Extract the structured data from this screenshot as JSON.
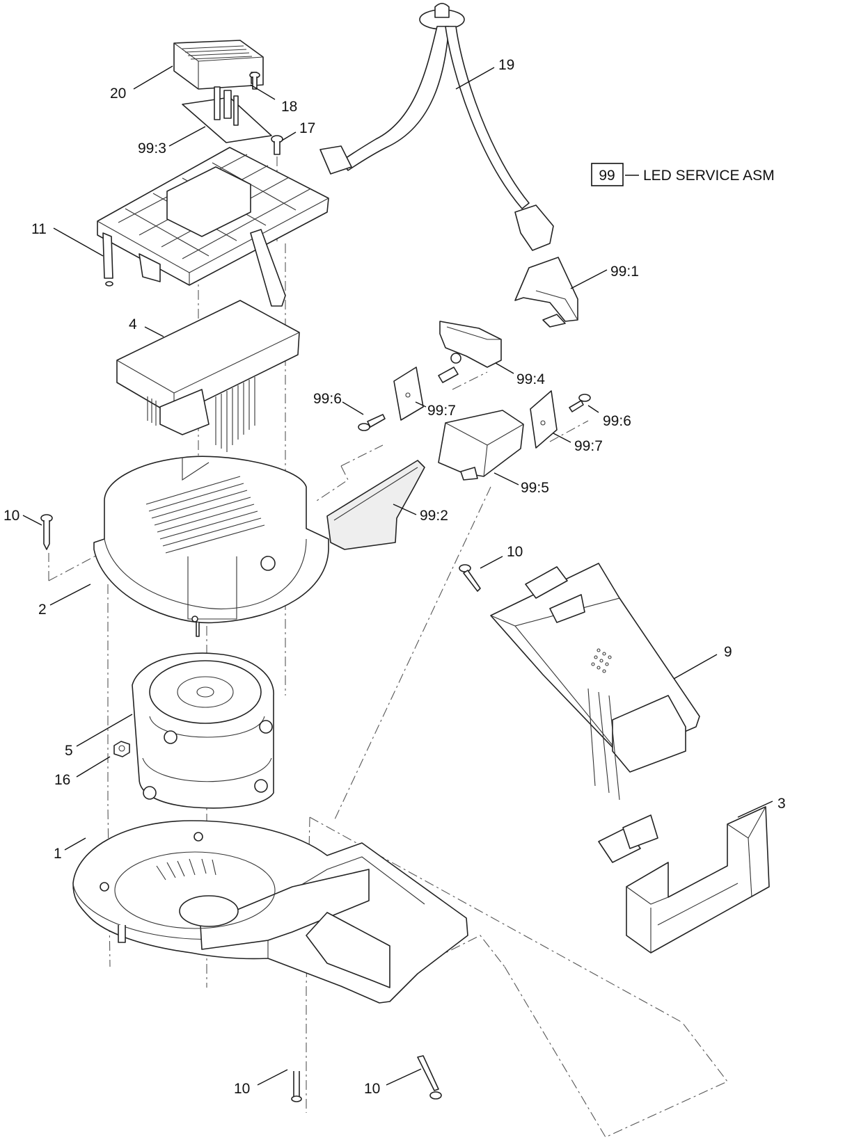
{
  "legend": {
    "code": "99",
    "text": "LED SERVICE ASM"
  },
  "callouts": [
    {
      "id": "c20",
      "text": "20"
    },
    {
      "id": "c18",
      "text": "18"
    },
    {
      "id": "c19",
      "text": "19"
    },
    {
      "id": "c17",
      "text": "17"
    },
    {
      "id": "c993",
      "text": "99:3"
    },
    {
      "id": "c11",
      "text": "11"
    },
    {
      "id": "c4",
      "text": "4"
    },
    {
      "id": "c991",
      "text": "99:1"
    },
    {
      "id": "c994",
      "text": "99:4"
    },
    {
      "id": "c996a",
      "text": "99:6"
    },
    {
      "id": "c997a",
      "text": "99:7"
    },
    {
      "id": "c996b",
      "text": "99:6"
    },
    {
      "id": "c997b",
      "text": "99:7"
    },
    {
      "id": "c995",
      "text": "99:5"
    },
    {
      "id": "c992",
      "text": "99:2"
    },
    {
      "id": "c10a",
      "text": "10"
    },
    {
      "id": "c2",
      "text": "2"
    },
    {
      "id": "c10b",
      "text": "10"
    },
    {
      "id": "c9",
      "text": "9"
    },
    {
      "id": "c5",
      "text": "5"
    },
    {
      "id": "c16",
      "text": "16"
    },
    {
      "id": "c3",
      "text": "3"
    },
    {
      "id": "c1",
      "text": "1"
    },
    {
      "id": "c10c",
      "text": "10"
    },
    {
      "id": "c10d",
      "text": "10"
    }
  ]
}
